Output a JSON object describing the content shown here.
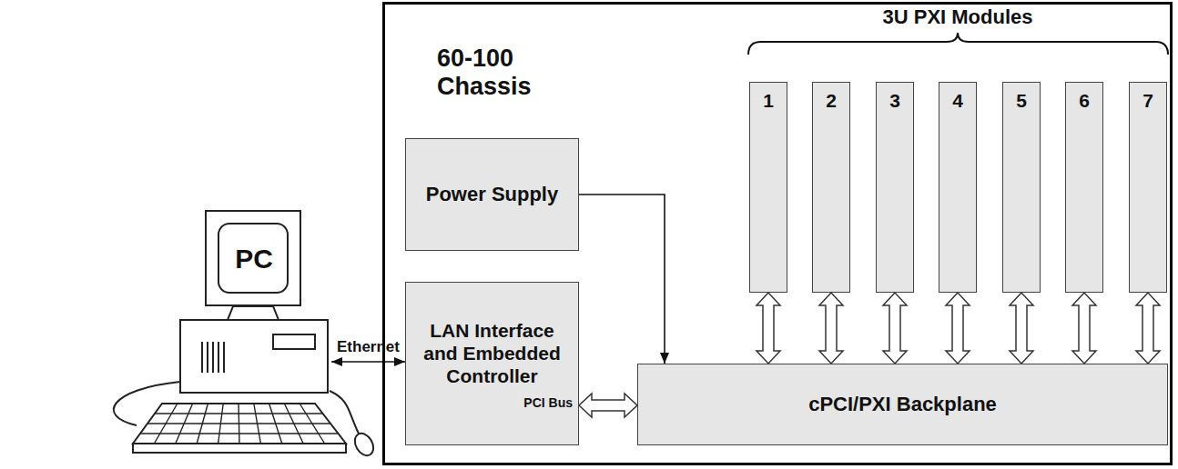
{
  "diagram": {
    "nodes": [
      {
        "text": [
          "PC"
        ]
      },
      {
        "text": [
          "60-100 Chassis"
        ]
      },
      {
        "text": [
          "Power Supply"
        ],
        "in": 1
      },
      {
        "text": [
          "LAN Interface and Embedded Controller",
          "PCI Bus"
        ],
        "in": 1
      },
      {
        "text": [
          "1"
        ],
        "in": 1
      },
      {
        "text": [
          "2"
        ],
        "in": 1
      },
      {
        "text": [
          "3"
        ],
        "in": 1
      },
      {
        "text": [
          "4"
        ],
        "in": 1
      },
      {
        "text": [
          "5"
        ],
        "in": 1
      },
      {
        "text": [
          "6"
        ],
        "in": 1
      },
      {
        "text": [
          "7"
        ],
        "in": 1
      },
      {
        "text": [
          "cPCI/PXI Backplane"
        ],
        "in": 1
      }
    ],
    "edges": [
      {
        "from": 0,
        "to": 3,
        "arrow": "both",
        "label": "Ethernet"
      },
      {
        "from": 2,
        "to": 11,
        "arrow": "to"
      },
      {
        "from": 3,
        "to": 11,
        "arrow": "both"
      },
      {
        "from": 4,
        "to": 11,
        "arrow": "both"
      },
      {
        "from": 5,
        "to": 11,
        "arrow": "both"
      },
      {
        "from": 6,
        "to": 11,
        "arrow": "both"
      },
      {
        "from": 7,
        "to": 11,
        "arrow": "both"
      },
      {
        "from": 8,
        "to": 11,
        "arrow": "both"
      },
      {
        "from": 9,
        "to": 11,
        "arrow": "both"
      },
      {
        "from": 10,
        "to": 11,
        "arrow": "both"
      }
    ],
    "labels": [
      "3U PXI Modules"
    ]
  }
}
